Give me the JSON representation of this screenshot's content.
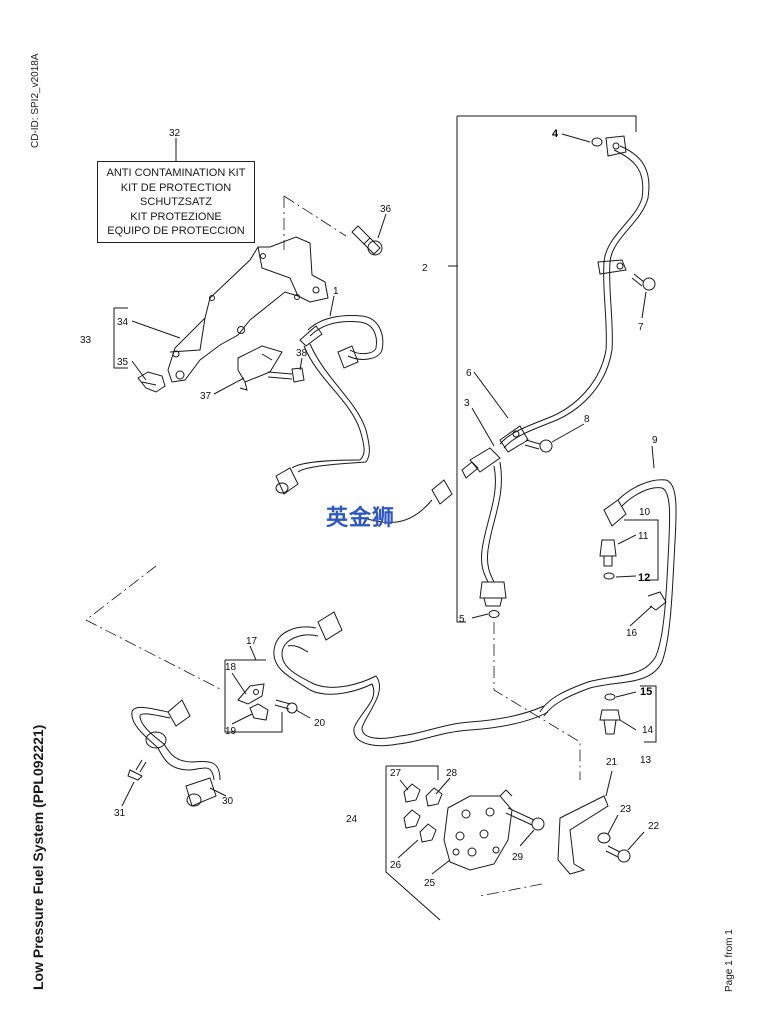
{
  "document": {
    "cd_id": "CD-ID: SPI2_v2018A",
    "title": "Low Pressure Fuel System (PPL092221)",
    "page_label": "Page 1 from 1"
  },
  "kit_box": {
    "lines": [
      "ANTI CONTAMINATION KIT",
      "KIT DE PROTECTION",
      "SCHUTZSATZ",
      "KIT PROTEZIONE",
      "EQUIPO DE PROTECCION"
    ]
  },
  "watermark": "英金狮",
  "callouts": {
    "c1": "1",
    "c2": "2",
    "c3": "3",
    "c4": "4",
    "c5": "5",
    "c6": "6",
    "c7": "7",
    "c8": "8",
    "c9": "9",
    "c10": "10",
    "c11": "11",
    "c12": "12",
    "c13": "13",
    "c14": "14",
    "c15": "15",
    "c16": "16",
    "c17": "17",
    "c18": "18",
    "c19": "19",
    "c20": "20",
    "c21": "21",
    "c22": "22",
    "c23": "23",
    "c24": "24",
    "c25": "25",
    "c26": "26",
    "c27": "27",
    "c28": "28",
    "c29": "29",
    "c30": "30",
    "c31": "31",
    "c32": "32",
    "c33": "33",
    "c34": "34",
    "c35": "35",
    "c36": "36",
    "c37": "37",
    "c38": "38"
  },
  "colors": {
    "line": "#1a1a1a",
    "watermark": "#2d57c4"
  }
}
